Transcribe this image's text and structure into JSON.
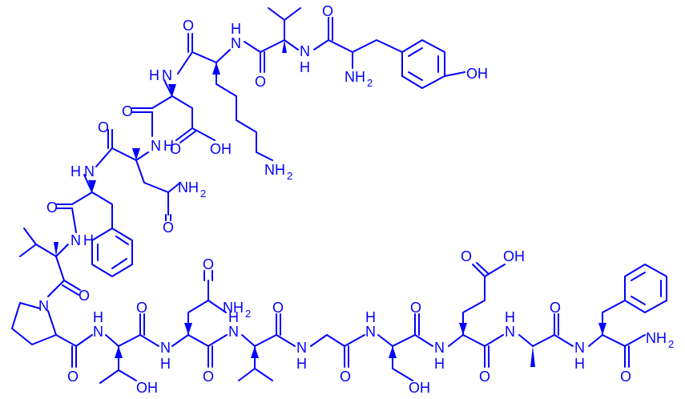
{
  "structure": {
    "color": "#0000ff",
    "labels": {
      "tyr_oh": "OH",
      "tyr_nh2": "NH",
      "tyr_nh2_sub": "2",
      "tyr_o": "O",
      "val1_nh": "N",
      "val1_nh_h": "H",
      "val1_o": "O",
      "lys_nh": "N",
      "lys_nh_h": "H",
      "lys_o": "O",
      "lys_nh2": "NH",
      "lys_nh2_sub": "2",
      "asp_nh": "N",
      "asp_nh_h": "H",
      "asp_o": "O",
      "asp_cooh_o": "O",
      "asp_cooh_oh": "OH",
      "asn1_nh": "N",
      "asn1_nh_h": "H",
      "asn1_o": "O",
      "asn1_nh2": "NH",
      "asn1_nh2_sub": "2",
      "asn1_side_o": "O",
      "phe1_nh": "N",
      "phe1_nh_h": "H",
      "phe1_o": "O",
      "val2_nh": "N",
      "val2_nh_h": "H",
      "val2_o": "O",
      "pro_n": "N",
      "pro_o": "O",
      "thr_nh": "N",
      "thr_nh_h": "H",
      "thr_o": "O",
      "thr_oh": "OH",
      "asn2_nh": "N",
      "asn2_nh_h": "H",
      "asn2_o": "O",
      "asn2_side_o": "O",
      "asn2_nh2": "NH",
      "asn2_nh2_sub": "2",
      "val3_nh": "N",
      "val3_nh_h": "H",
      "val3_o": "O",
      "gly_nh": "N",
      "gly_nh_h": "H",
      "gly_o": "O",
      "ser_nh": "N",
      "ser_nh_h": "H",
      "ser_o": "O",
      "ser_oh": "OH",
      "glu_nh": "N",
      "glu_nh_h": "H",
      "glu_o": "O",
      "glu_cooh_o": "O",
      "glu_cooh_oh": "OH",
      "ala_nh": "N",
      "ala_nh_h": "H",
      "ala_o": "O",
      "phe2_nh": "N",
      "phe2_nh_h": "H",
      "phe2_o": "O",
      "phe2_nh2": "NH",
      "phe2_nh2_sub": "2"
    }
  }
}
